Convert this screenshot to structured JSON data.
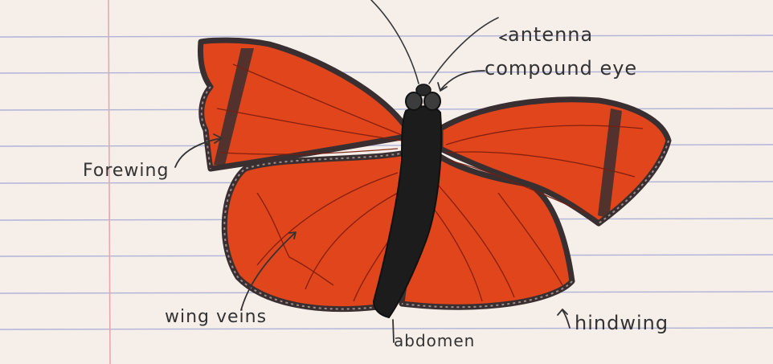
{
  "colors": {
    "paper": "#f6eee9",
    "rule_line": "#aeb3d8",
    "margin_line": "#e4a9b0",
    "wing_orange": "#e0451c",
    "wing_border": "#3a2f30",
    "body_black": "#1c1c1c",
    "ink": "#333333"
  },
  "labels": {
    "antenna": "antenna",
    "compound_eye": "compound eye",
    "forewing": "Forewing",
    "wing_veins": "wing veins",
    "abdomen": "abdomen",
    "hindwing": "hindwing"
  }
}
